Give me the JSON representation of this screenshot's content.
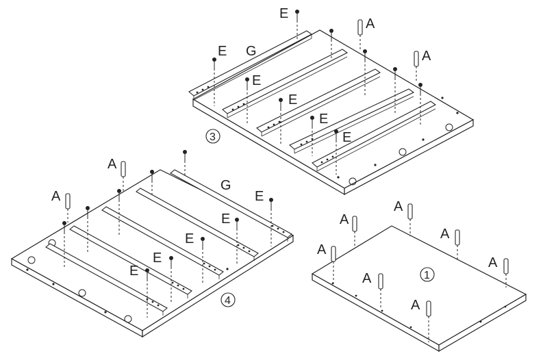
{
  "steps": {
    "board_3": {
      "number": "3"
    },
    "board_4": {
      "number": "4"
    },
    "board_1": {
      "number": "1"
    }
  },
  "part_labels": {
    "screw": "E",
    "dowel": "A",
    "rail": "G"
  }
}
